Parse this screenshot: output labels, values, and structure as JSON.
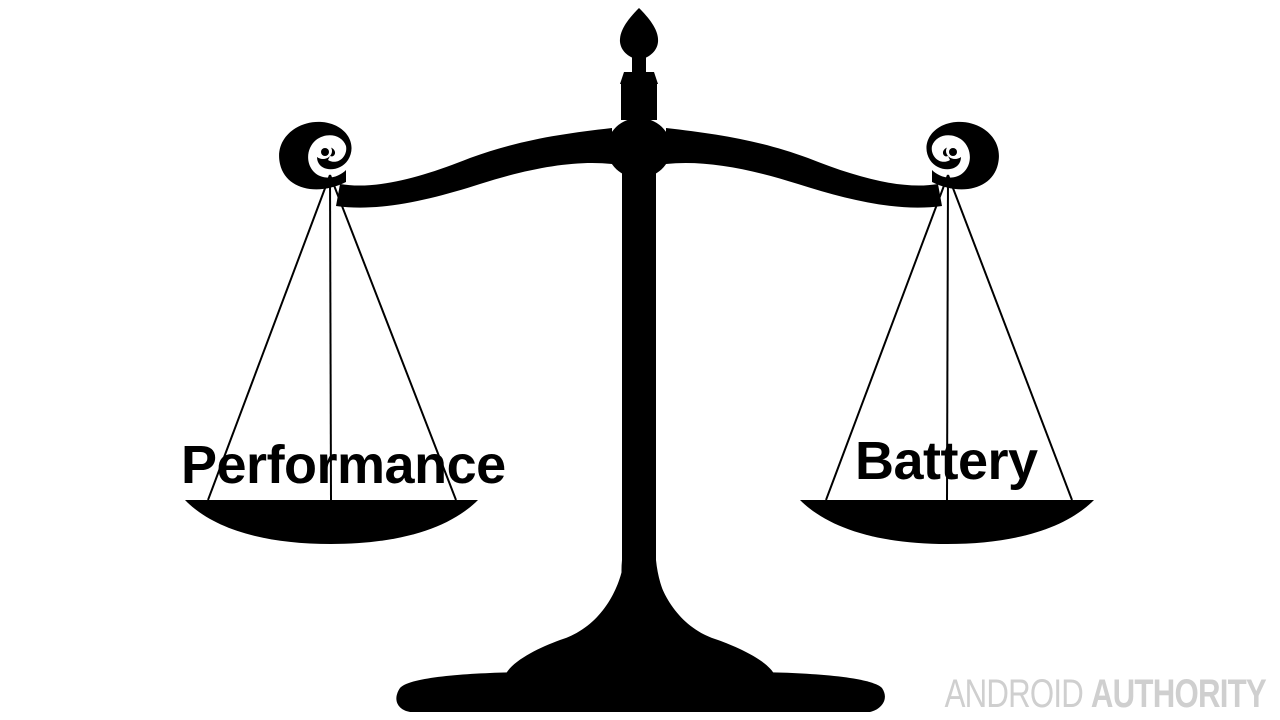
{
  "scale": {
    "left_pan_label": "Performance",
    "right_pan_label": "Battery"
  },
  "watermark": {
    "part1": "ANDROID",
    "part2": "AUTHORITY"
  },
  "colors": {
    "silhouette": "#000000",
    "background": "#ffffff",
    "watermark": "#cfcfcf"
  },
  "icons": {
    "scale": "balance-scale-icon"
  }
}
